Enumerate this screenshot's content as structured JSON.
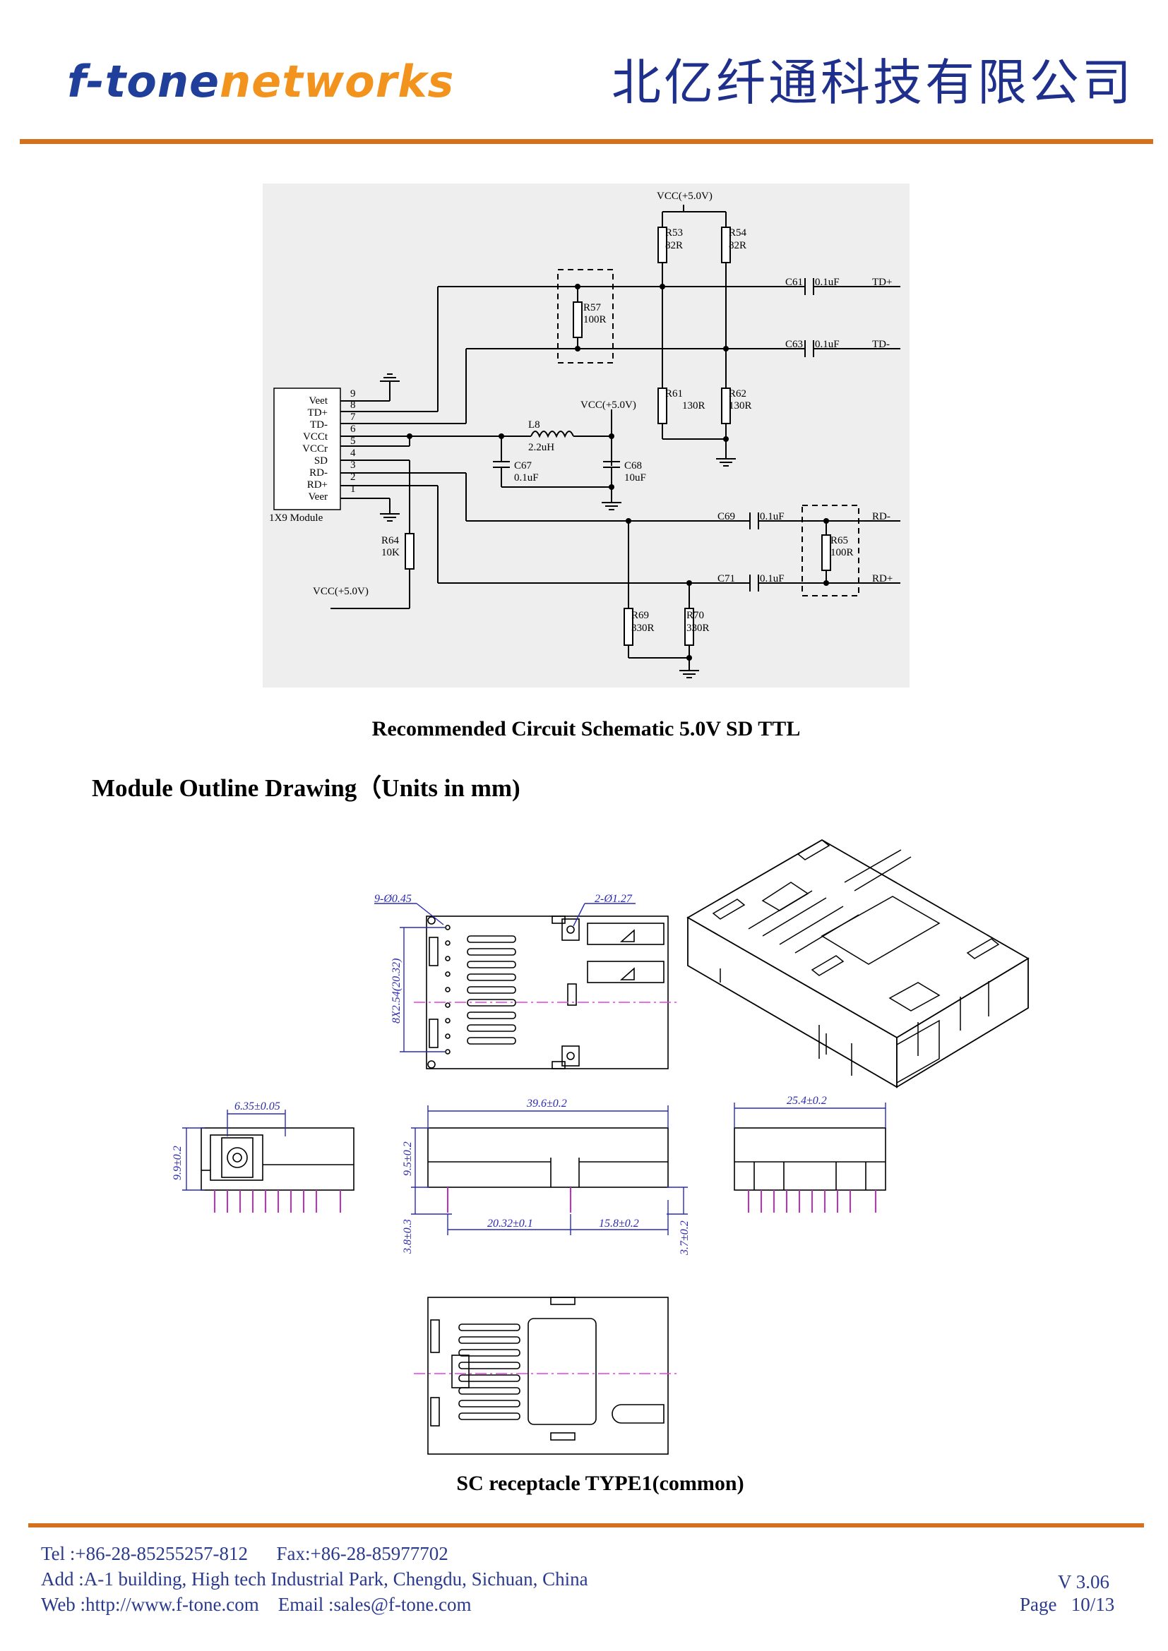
{
  "header": {
    "logo_part1": "f-tone",
    "logo_part2": "networks",
    "company_name": "北亿纤通科技有限公司"
  },
  "schematic": {
    "caption": "Recommended Circuit Schematic 5.0V SD TTL",
    "module_label": "1X9 Module",
    "pins": [
      {
        "num": "9",
        "name": "Veet"
      },
      {
        "num": "8",
        "name": "TD+"
      },
      {
        "num": "7",
        "name": "TD-"
      },
      {
        "num": "6",
        "name": "VCCt"
      },
      {
        "num": "5",
        "name": "VCCr"
      },
      {
        "num": "4",
        "name": "SD"
      },
      {
        "num": "3",
        "name": "RD-"
      },
      {
        "num": "2",
        "name": "RD+"
      },
      {
        "num": "1",
        "name": "Veer"
      }
    ],
    "vcc_top": "VCC(+5.0V)",
    "vcc_mid": "VCC(+5.0V)",
    "vcc_left": "VCC(+5.0V)",
    "r53": "R53",
    "r53_val": "82R",
    "r54": "R54",
    "r54_val": "82R",
    "r57": "R57",
    "r57_val": "100R",
    "r61": "R61",
    "r61_val": "130R",
    "r62": "R62",
    "r62_val": "130R",
    "r64": "R64",
    "r64_val": "10K",
    "r65": "R65",
    "r65_val": "100R",
    "r69": "R69",
    "r69_val": "330R",
    "r70": "R70",
    "r70_val": "330R",
    "l8": "L8",
    "l8_val": "2.2uH",
    "c61": "C61",
    "c61_val": "0.1uF",
    "c63": "C63",
    "c63_val": "0.1uF",
    "c67": "C67",
    "c67_val": "0.1uF",
    "c68": "C68",
    "c68_val": "10uF",
    "c69": "C69",
    "c69_val": "0.1uF",
    "c71": "C71",
    "c71_val": "0.1uF",
    "td_plus": "TD+",
    "td_minus": "TD-",
    "rd_minus": "RD-",
    "rd_plus": "RD+"
  },
  "outline": {
    "title": "Module Outline Drawing（Units in mm)",
    "dims": {
      "pins": "9-Ø0.45",
      "holes": "2-Ø1.27",
      "pitch": "8X2.54(20.32)",
      "sc_width": "6.35±0.05",
      "height_left": "9.9±0.2",
      "length": "39.6±0.2",
      "height_mid": "9.5±0.2",
      "pin_len": "3.8±0.3",
      "pin_span": "20.32±0.1",
      "post_span": "15.8±0.2",
      "post_len": "3.7±0.2",
      "width": "25.4±0.2"
    },
    "caption": "SC receptacle TYPE1(common)"
  },
  "footer": {
    "tel_fax": "Tel :+86-28-85255257-812      Fax:+86-28-85977702",
    "address": "Add :A-1 building, High tech Industrial Park, Chengdu, Sichuan, China",
    "web_email": "Web :http://www.f-tone.com    Email :sales@f-tone.com",
    "version": "V 3.06",
    "page": "Page   10/13"
  },
  "colors": {
    "accent_rule": "#d4711f",
    "logo_blue": "#1f3f9a",
    "logo_orange": "#f2931e",
    "company_blue": "#1f2f8c",
    "dimension_blue": "#2a2ab0",
    "centerline_magenta": "#e040e0"
  }
}
